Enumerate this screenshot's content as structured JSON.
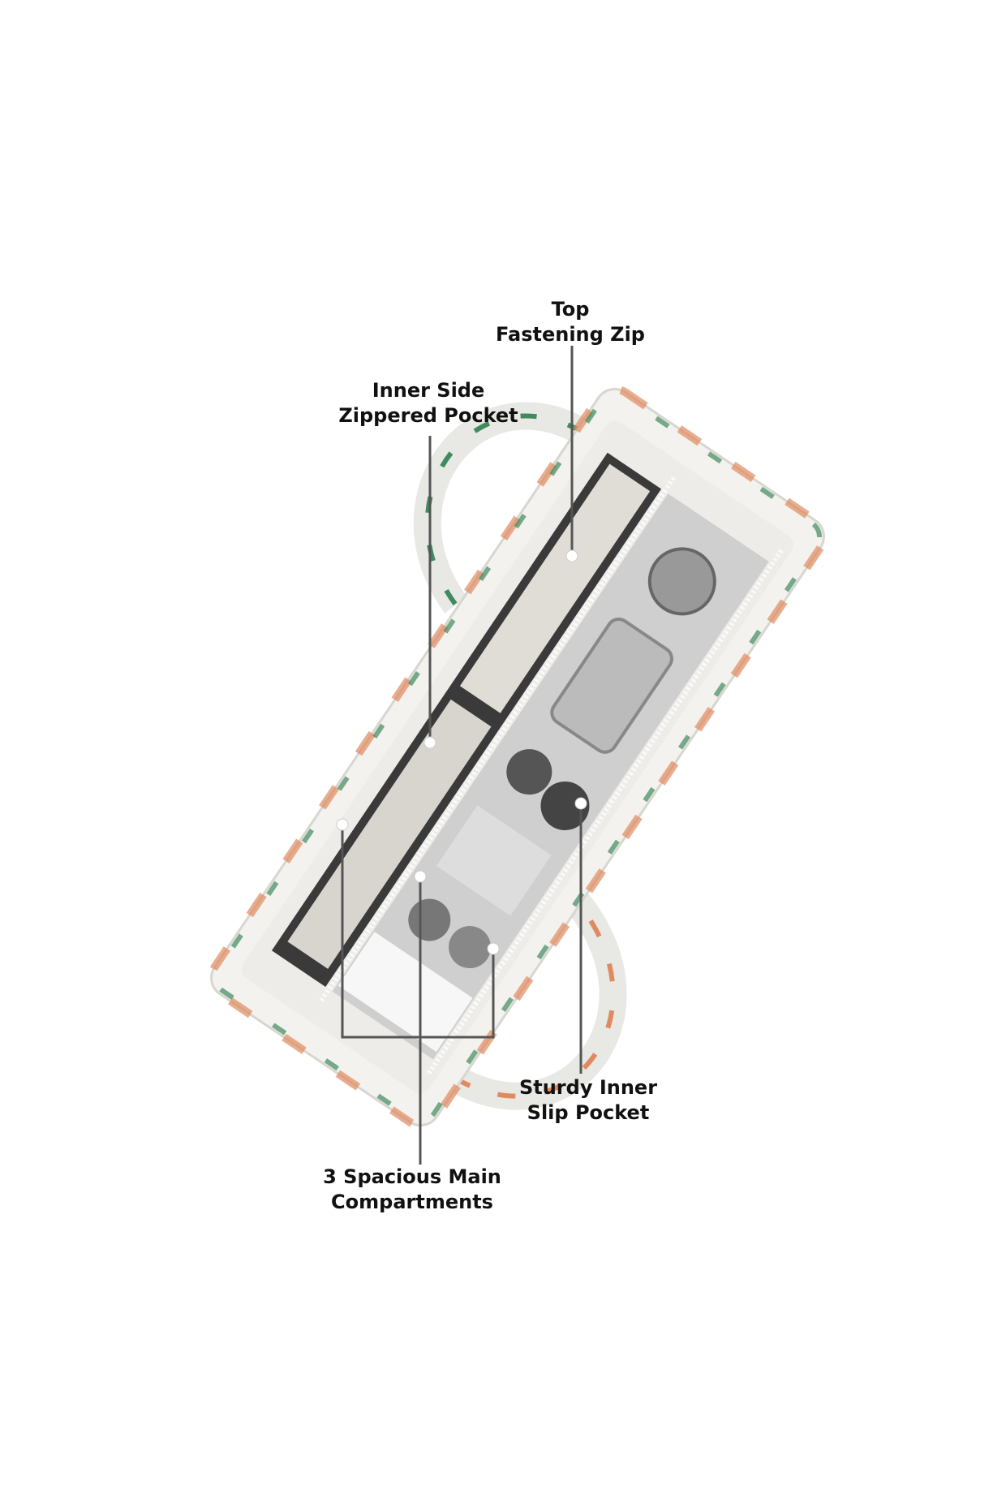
{
  "callouts": {
    "top_zip": {
      "line1": "Top",
      "line2": "Fastening Zip"
    },
    "side_pocket": {
      "line1": "Inner Side",
      "line2": "Zippered Pocket"
    },
    "slip_pocket": {
      "line1": "Sturdy Inner",
      "line2": "Slip Pocket"
    },
    "compartments": {
      "line1": "3 Spacious Main",
      "line2": "Compartments"
    }
  },
  "colors": {
    "text": "#111111",
    "line": "#555555",
    "orange": "#e08a60",
    "green": "#3f8a5e",
    "lining": "#f2f0ec"
  }
}
